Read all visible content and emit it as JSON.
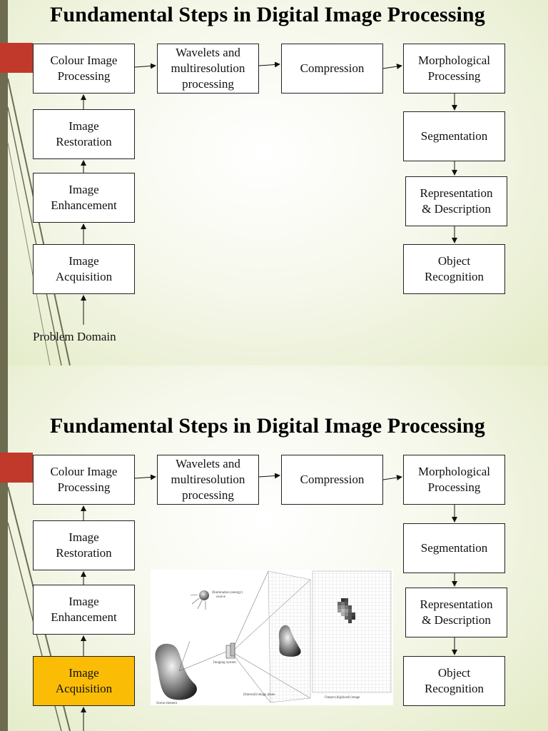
{
  "slides": [
    {
      "title": "Fundamental Steps in Digital Image Processing",
      "left_column": [
        "Colour Image\nProcessing",
        "Image\nRestoration",
        "Image\nEnhancement",
        "Image\nAcquisition"
      ],
      "top_row": [
        "Wavelets and\nmultiresolution\nprocessing",
        "Compression"
      ],
      "right_column": [
        "Morphological\nProcessing",
        "Segmentation",
        "Representation\n& Description",
        "Object\nRecognition"
      ],
      "input_label": "Problem Domain",
      "highlighted": null
    },
    {
      "title": "Fundamental Steps in Digital Image Processing",
      "left_column": [
        "Colour Image\nProcessing",
        "Image\nRestoration",
        "Image\nEnhancement",
        "Image\nAcquisition"
      ],
      "top_row": [
        "Wavelets and\nmultiresolution\nprocessing",
        "Compression"
      ],
      "right_column": [
        "Morphological\nProcessing",
        "Segmentation",
        "Representation\n& Description",
        "Object\nRecognition"
      ],
      "highlighted": "Image Acquisition",
      "highlight_color": "#fbbc05",
      "figure_labels": {
        "illumination": "Illumination (energy)",
        "illumination_2": "source",
        "imaging_system": "Imaging system",
        "image_plane": "(Internal) image plane",
        "output": "Output (digitized) image",
        "scene": "Scene element"
      }
    }
  ],
  "colors": {
    "highlight": "#fbbc05",
    "left_bar": "#6e6c50",
    "red_tab": "#c0392b"
  }
}
